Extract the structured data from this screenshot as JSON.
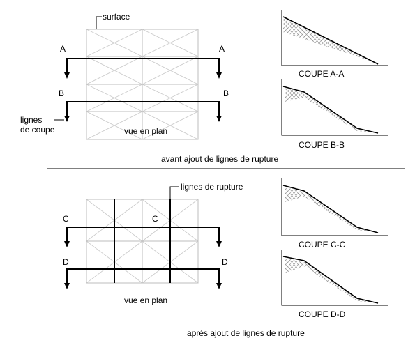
{
  "top": {
    "surface_label": "surface",
    "cut_lines_label": [
      "lignes",
      "de coupe"
    ],
    "plan_label": "vue en plan",
    "caption": "avant ajout de lignes de rupture",
    "markers": {
      "a": "A",
      "b": "B"
    },
    "sections": [
      {
        "title": "COUPE A-A"
      },
      {
        "title": "COUPE B-B"
      }
    ]
  },
  "bottom": {
    "breakline_label": "lignes de rupture",
    "plan_label": "vue en plan",
    "caption": "après ajout de lignes de rupture",
    "markers": {
      "c": "C",
      "d": "D"
    },
    "sections": [
      {
        "title": "COUPE C-C"
      },
      {
        "title": "COUPE D-D"
      }
    ]
  },
  "colors": {
    "ink": "#000000",
    "grid": "#bdbdbd",
    "hatch": "#9a9a9a"
  }
}
